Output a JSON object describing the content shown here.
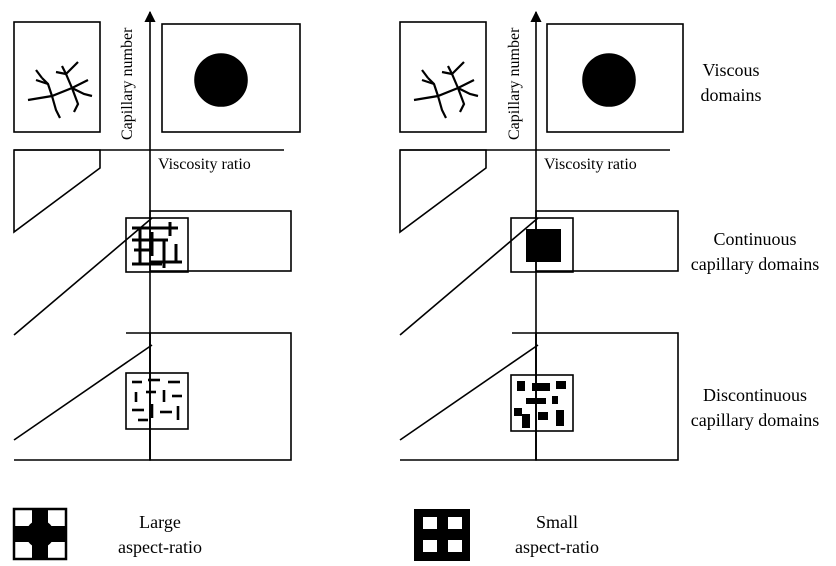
{
  "axes": {
    "y_label": "Capillary number",
    "x_label": "Viscosity ratio"
  },
  "domains": {
    "viscous": [
      "Viscous",
      "domains"
    ],
    "continuous": [
      "Continuous",
      "capillary domains"
    ],
    "discontinuous": [
      "Discontinuous",
      "capillary domains"
    ]
  },
  "legend": {
    "large": [
      "Large",
      "aspect-ratio"
    ],
    "small": [
      "Small",
      "aspect-ratio"
    ]
  },
  "colors": {
    "ink": "#000000",
    "paper": "#ffffff"
  }
}
